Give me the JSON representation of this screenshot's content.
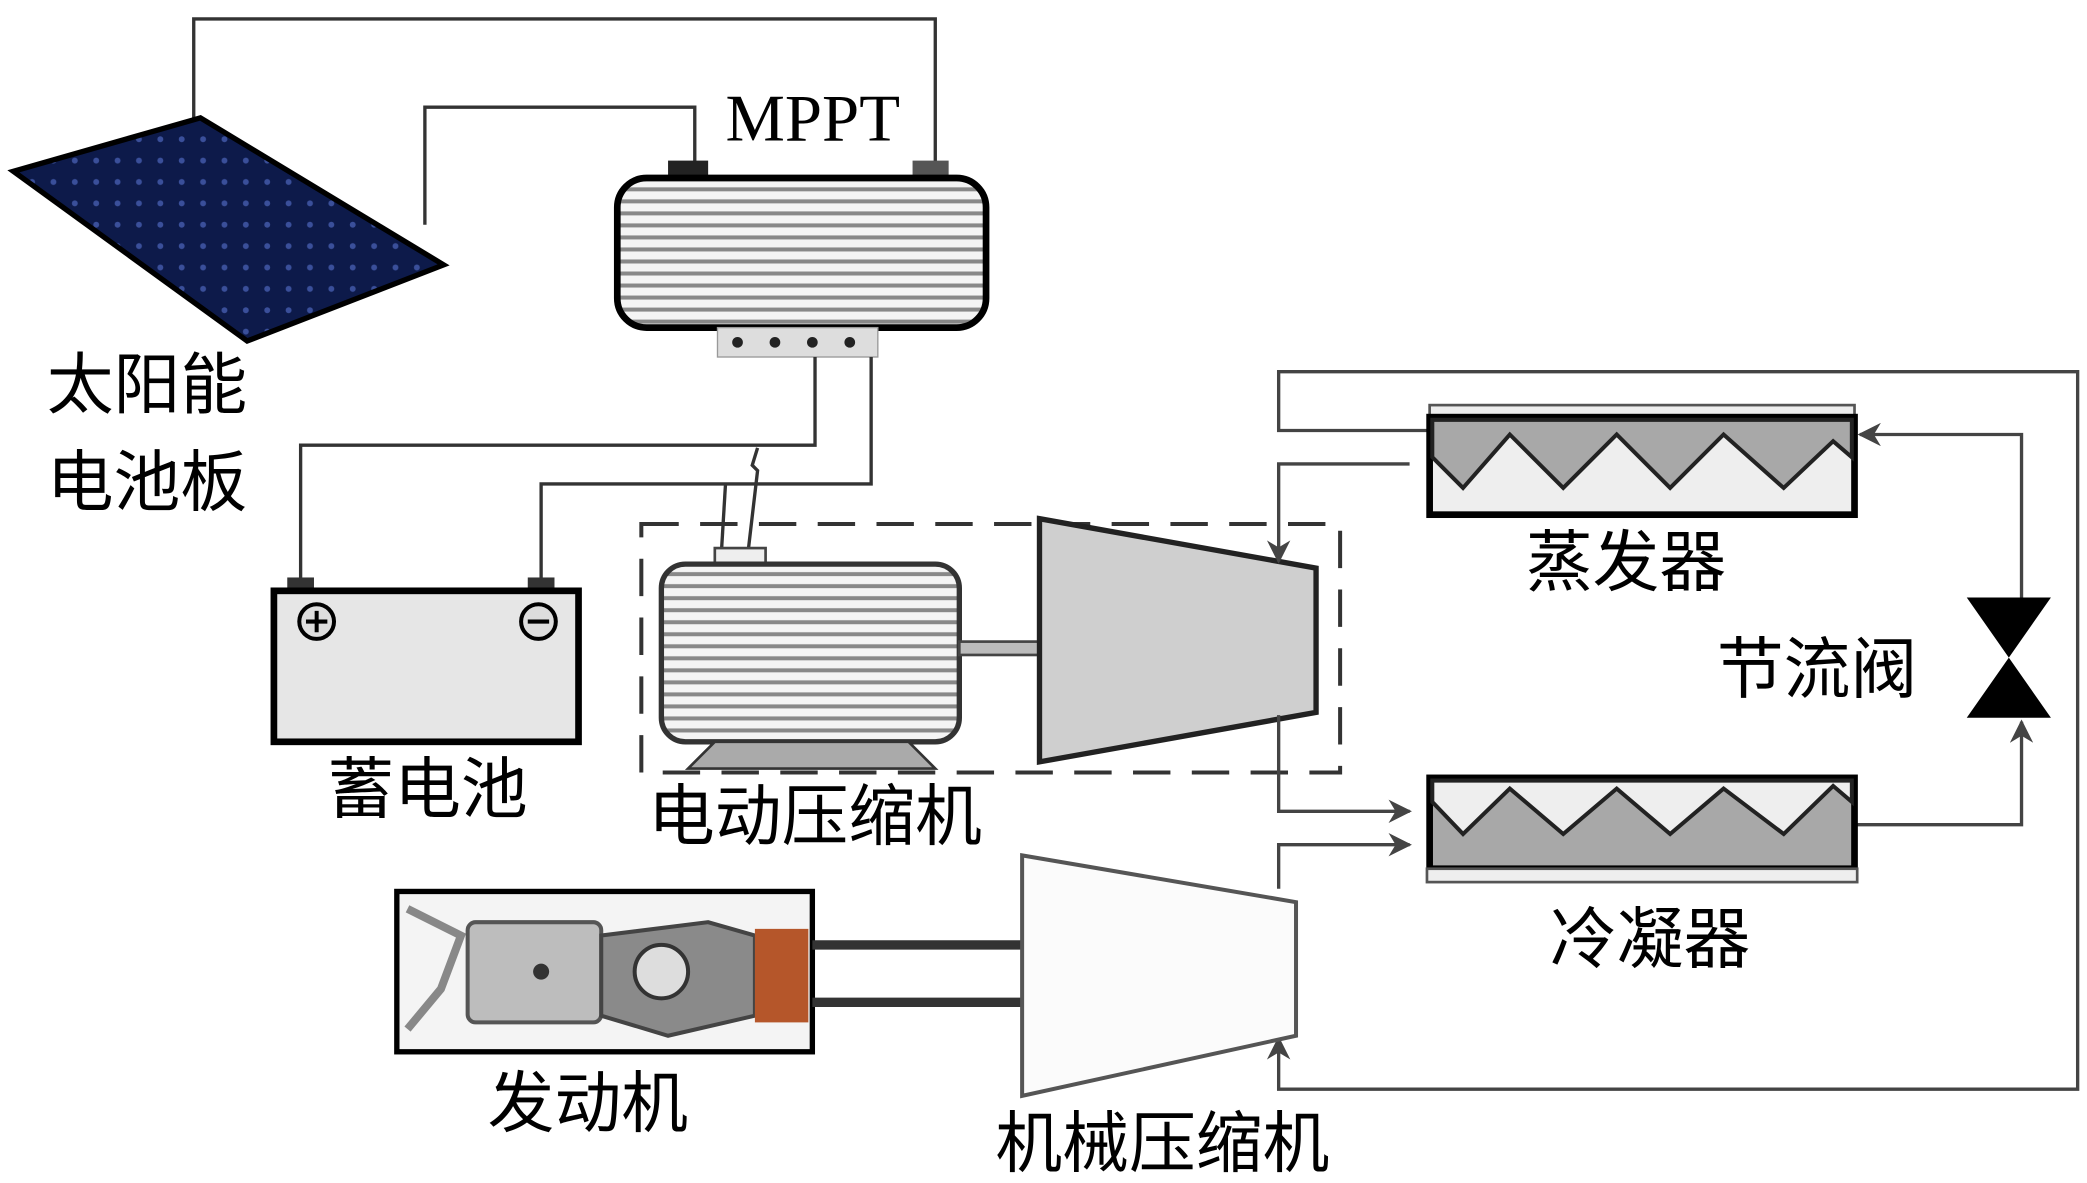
{
  "labels": {
    "solar_line1": "太阳能",
    "solar_line2": "电池板",
    "mppt": "MPPT",
    "battery": "蓄电池",
    "electric_compressor": "电动压缩机",
    "evaporator": "蒸发器",
    "throttle_valve": "节流阀",
    "condenser": "冷凝器",
    "engine": "发动机",
    "mechanical_compressor": "机械压缩机"
  },
  "colors": {
    "solar_panel": "#0d1a4a",
    "compressor_fill": "#cfcfcf",
    "exchanger_fill": "#a8a8a8",
    "engine_accent": "#b5562a"
  }
}
